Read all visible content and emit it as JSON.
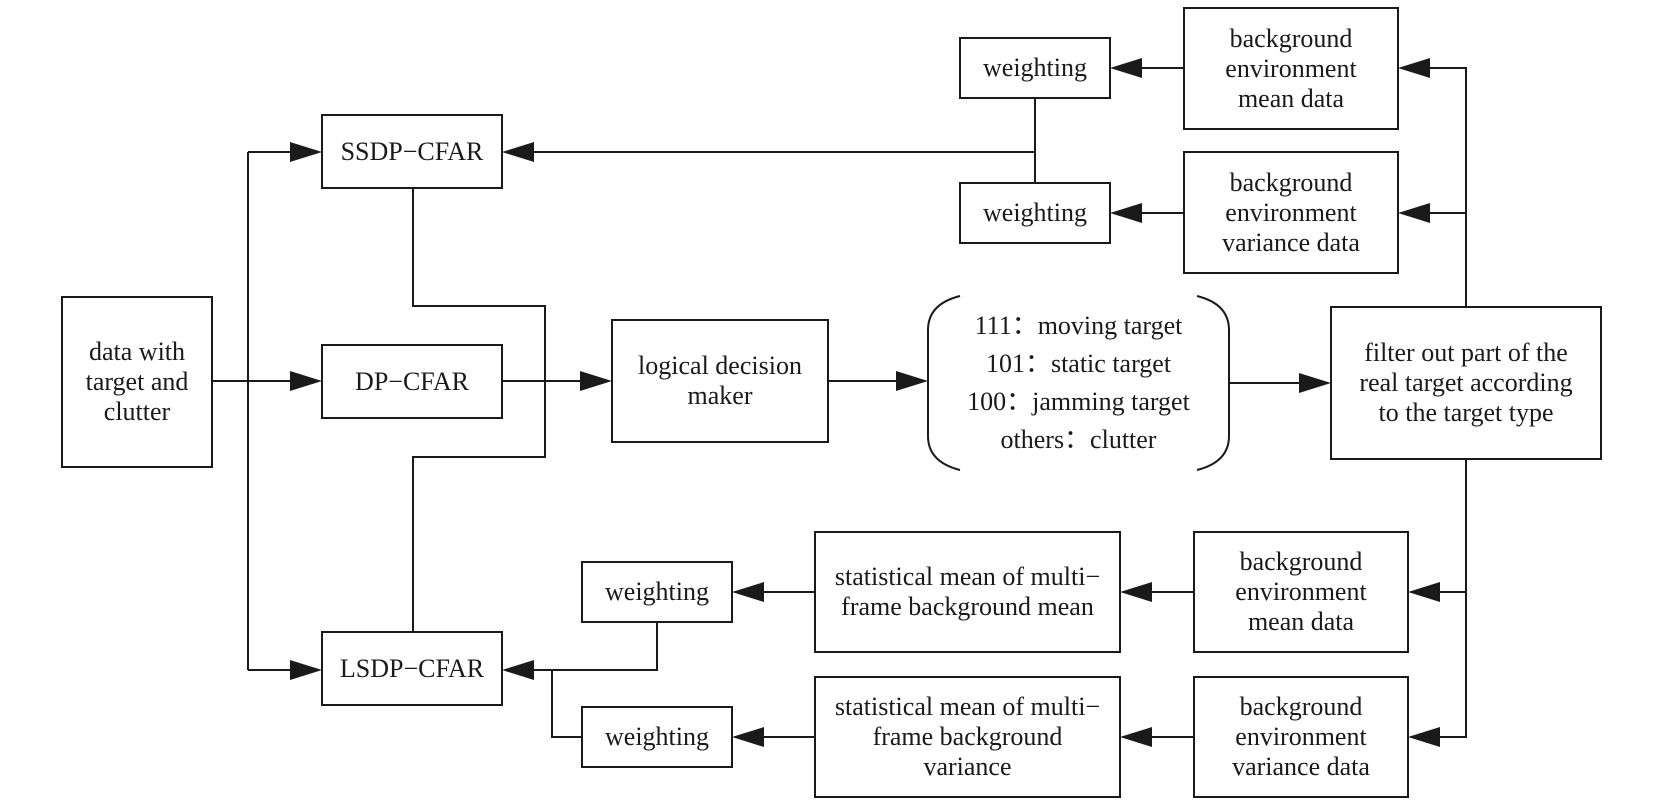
{
  "nodes": {
    "input": [
      "data with",
      "target and",
      "clutter"
    ],
    "ssdp": [
      "SSDP−CFAR"
    ],
    "dp": [
      "DP−CFAR"
    ],
    "lsdp": [
      "LSDP−CFAR"
    ],
    "logical": [
      "logical decision",
      "maker"
    ],
    "decision_codes": [
      "111：moving target",
      "101：static target",
      "100：jamming target",
      "others：clutter"
    ],
    "filter": [
      "filter out part of the",
      "real target according",
      "to the target type"
    ],
    "w_top1": [
      "weighting"
    ],
    "w_top2": [
      "weighting"
    ],
    "bg_mean_top": [
      "background",
      "environment",
      "mean data"
    ],
    "bg_var_top": [
      "background",
      "environment",
      "variance data"
    ],
    "w_bot1": [
      "weighting"
    ],
    "w_bot2": [
      "weighting"
    ],
    "stat_mean": [
      "statistical mean of multi−",
      "frame background mean"
    ],
    "stat_var": [
      "statistical mean of multi−",
      "frame background",
      "variance"
    ],
    "bg_mean_bot": [
      "background",
      "environment",
      "mean data"
    ],
    "bg_var_bot": [
      "background",
      "environment",
      "variance data"
    ]
  }
}
